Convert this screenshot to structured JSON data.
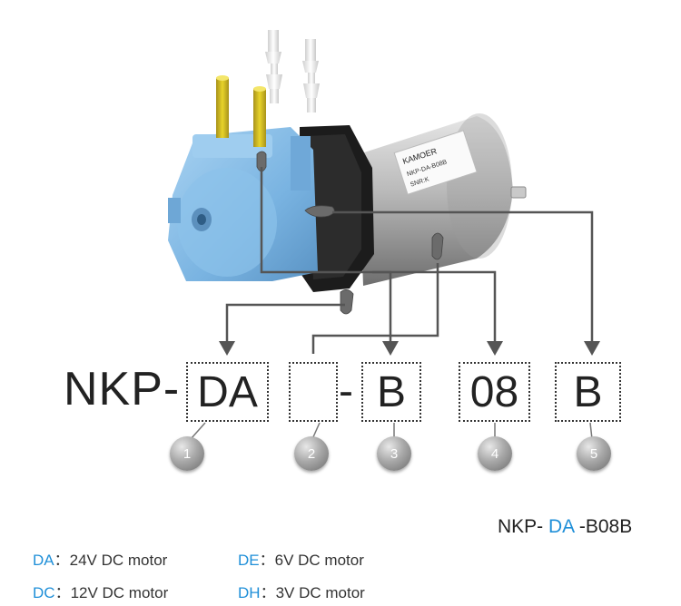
{
  "model": {
    "prefix": "NKP-",
    "separator": "-",
    "codes": [
      "DA",
      "",
      "B",
      "08",
      "B"
    ],
    "callout_numbers": [
      "1",
      "2",
      "3",
      "4",
      "5"
    ]
  },
  "example": {
    "prefix": "NKP- ",
    "highlight": "DA",
    "suffix": " -B08B"
  },
  "legend": [
    {
      "code": "DA",
      "sep": "：",
      "desc": "24V DC motor"
    },
    {
      "code": "DE",
      "sep": "：",
      "desc": "6V DC motor"
    },
    {
      "code": "DC",
      "sep": "：",
      "desc": "12V DC motor"
    },
    {
      "code": "DH",
      "sep": "：",
      "desc": "3V DC motor"
    }
  ],
  "label_texts": {
    "motor_label_1": "KAMOER",
    "motor_label_2": "NKP-DA-B08B",
    "motor_label_3": "SNR:K"
  },
  "colors": {
    "accent": "#1f8fd8",
    "pump_head": "#7fb8e6",
    "tube_yellow": "#d8c21a",
    "motor": "#a8a8a8"
  }
}
